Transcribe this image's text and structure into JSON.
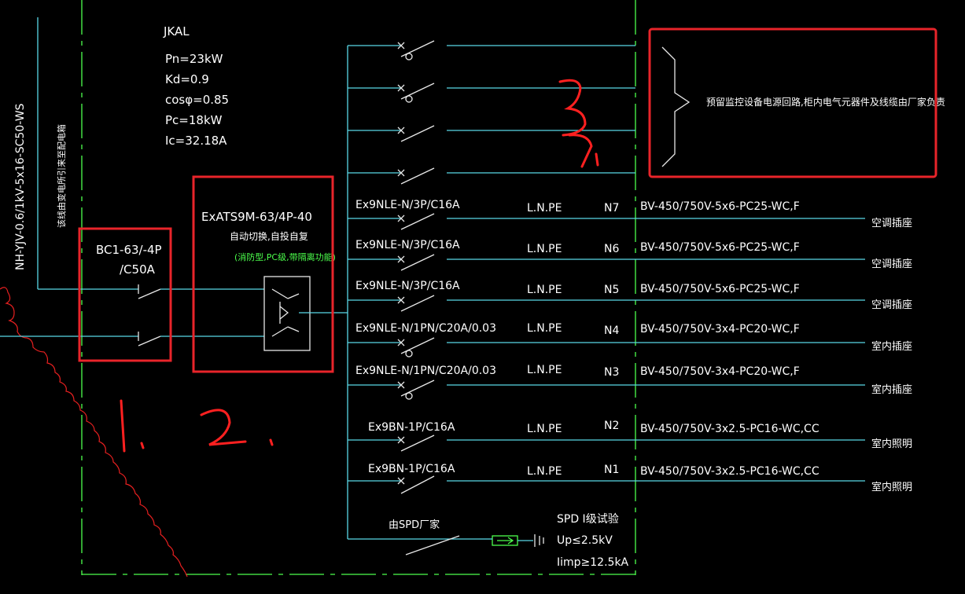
{
  "panel": {
    "name": "JKAL",
    "params": [
      "Pn=23kW",
      "Kd=0.9",
      "cosφ=0.85",
      "Pc=18kW",
      "Ic=32.18A"
    ]
  },
  "incoming": {
    "cable": "NH-YJV-0.6/1kV-5x16-SC50-WS",
    "note": "该线由变电所引来至配电箱"
  },
  "breaker": {
    "line1": "BC1-63/-4P",
    "line2": "/C50A"
  },
  "ats": {
    "model": "ExATS9M-63/4P-40",
    "desc": "自动切换,自投自复",
    "note": "(消防型,PC级,带隔离功能)"
  },
  "reserve_note": "预留监控设备电源回路,柜内电气元器件及线缆由厂家负责",
  "circuits": [
    {
      "breaker": "Ex9NLE-N/3P/C16A",
      "phase": "L.N.PE",
      "id": "N7",
      "cable": "BV-450/750V-5x6-PC25-WC,F",
      "load": "空调插座"
    },
    {
      "breaker": "Ex9NLE-N/3P/C16A",
      "phase": "L.N.PE",
      "id": "N6",
      "cable": "BV-450/750V-5x6-PC25-WC,F",
      "load": "空调插座"
    },
    {
      "breaker": "Ex9NLE-N/3P/C16A",
      "phase": "L.N.PE",
      "id": "N5",
      "cable": "BV-450/750V-5x6-PC25-WC,F",
      "load": "空调插座"
    },
    {
      "breaker": "Ex9NLE-N/1PN/C20A/0.03",
      "phase": "L.N.PE",
      "id": "N4",
      "cable": "BV-450/750V-3x4-PC20-WC,F",
      "load": "室内插座"
    },
    {
      "breaker": "Ex9NLE-N/1PN/C20A/0.03",
      "phase": "L.N.PE",
      "id": "N3",
      "cable": "BV-450/750V-3x4-PC20-WC,F",
      "load": "室内插座"
    },
    {
      "breaker": "Ex9BN-1P/C16A",
      "phase": "L.N.PE",
      "id": "N2",
      "cable": "BV-450/750V-3x2.5-PC16-WC,CC",
      "load": "室内照明"
    },
    {
      "breaker": "Ex9BN-1P/C16A",
      "phase": "L.N.PE",
      "id": "N1",
      "cable": "BV-450/750V-3x2.5-PC16-WC,CC",
      "load": "室内照明"
    }
  ],
  "spd": {
    "supplier": "由SPD厂家",
    "class": "SPD Ⅰ级试验",
    "up": "Up≤2.5kV",
    "iimp": "Iimp≥12.5kA"
  },
  "annotations": {
    "a1": "1.",
    "a2": "2.",
    "a3": "3."
  },
  "colors": {
    "background": "#000000",
    "wire": "#5ad8e6",
    "text": "#ffffff",
    "frame": "#4cff4c",
    "markup": "#e8242a"
  }
}
